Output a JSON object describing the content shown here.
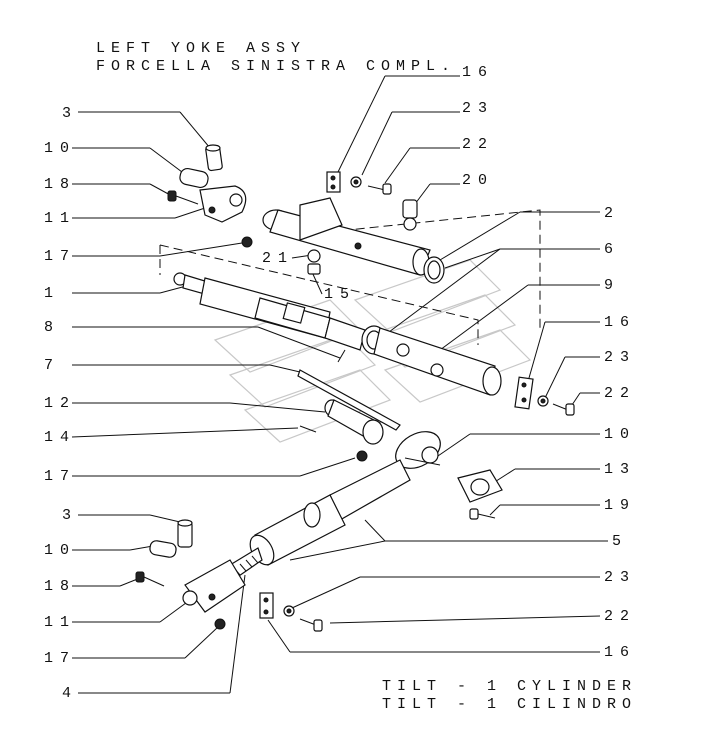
{
  "header": {
    "line1": "LEFT YOKE ASSY",
    "line2": "FORCELLA SINISTRA COMPL."
  },
  "footer": {
    "line1": "TILT - 1 CYLINDER",
    "line2": "TILT - 1 CILINDRO"
  },
  "callouts": {
    "left": [
      "3",
      "10",
      "18",
      "11",
      "17",
      "1",
      "8",
      "7",
      "12",
      "14",
      "17",
      "3",
      "10",
      "18",
      "11",
      "17",
      "4"
    ],
    "right": [
      "16",
      "23",
      "22",
      "20",
      "2",
      "21",
      "15",
      "6",
      "9",
      "16",
      "23",
      "22",
      "10",
      "13",
      "19",
      "5",
      "23",
      "22",
      "16"
    ]
  }
}
